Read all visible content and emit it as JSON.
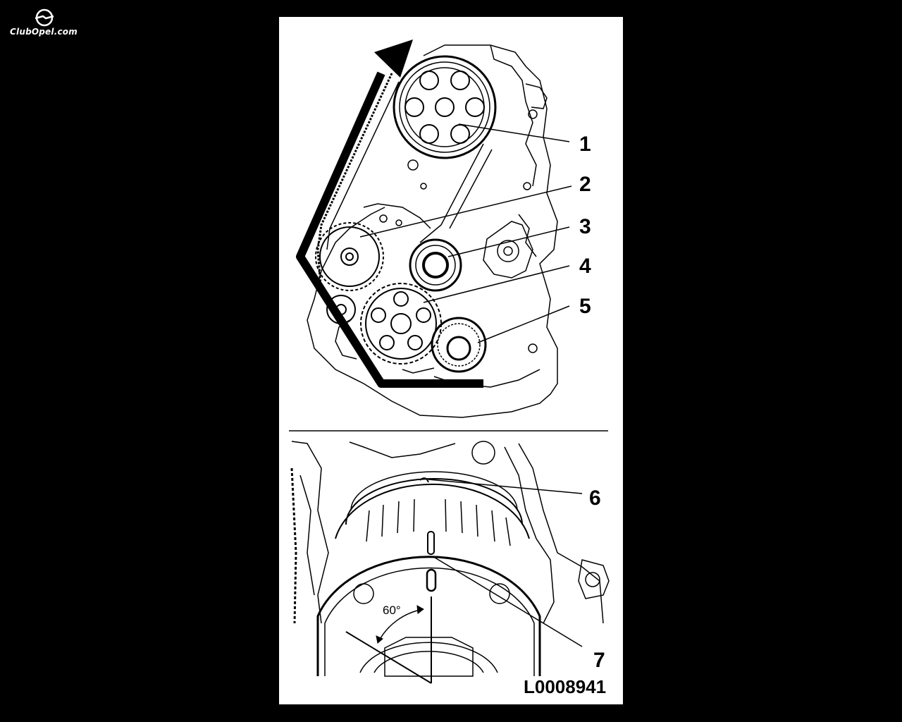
{
  "logo": {
    "text": "ClubOpel.com"
  },
  "diagram": {
    "callouts": [
      "1",
      "2",
      "3",
      "4",
      "5",
      "6",
      "7"
    ],
    "angle_label": "60°",
    "reference_code": "L0008941"
  },
  "colors": {
    "background": "#000000",
    "panel": "#ffffff",
    "ink": "#000000"
  }
}
